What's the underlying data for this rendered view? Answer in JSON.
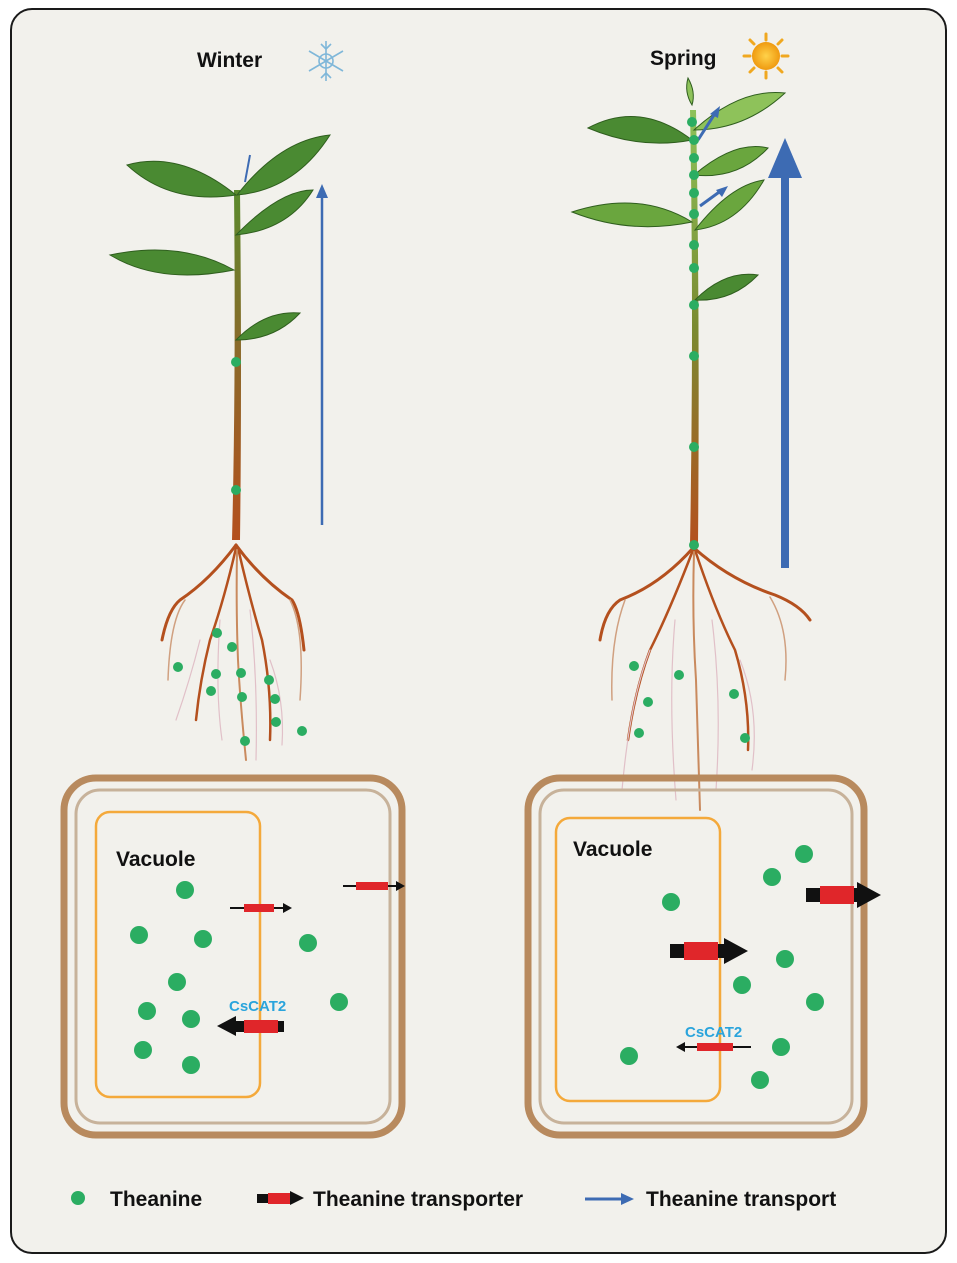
{
  "panels": {
    "winter": {
      "season": "Winter",
      "icon": "snowflake-icon",
      "vacuole_label": "Vacuole",
      "transporter_label": "CsCAT2"
    },
    "spring": {
      "season": "Spring",
      "icon": "sun-icon",
      "vacuole_label": "Vacuole",
      "transporter_label": "CsCAT2"
    }
  },
  "legend": {
    "theanine": "Theanine",
    "transporter": "Theanine transporter",
    "transport": "Theanine transport"
  },
  "colors": {
    "theanine": "#2bad62",
    "transporter": "#e0262a",
    "transport_arrow": "#3d6bb3",
    "vacuole": "#f4a93b",
    "cell_wall": "#b88a5e",
    "leaf": "#4a8a32",
    "root": "#b45a26",
    "sun": "#f0a820",
    "snowflake": "#7fb7d9",
    "cscat2": "#2aa4dc"
  }
}
